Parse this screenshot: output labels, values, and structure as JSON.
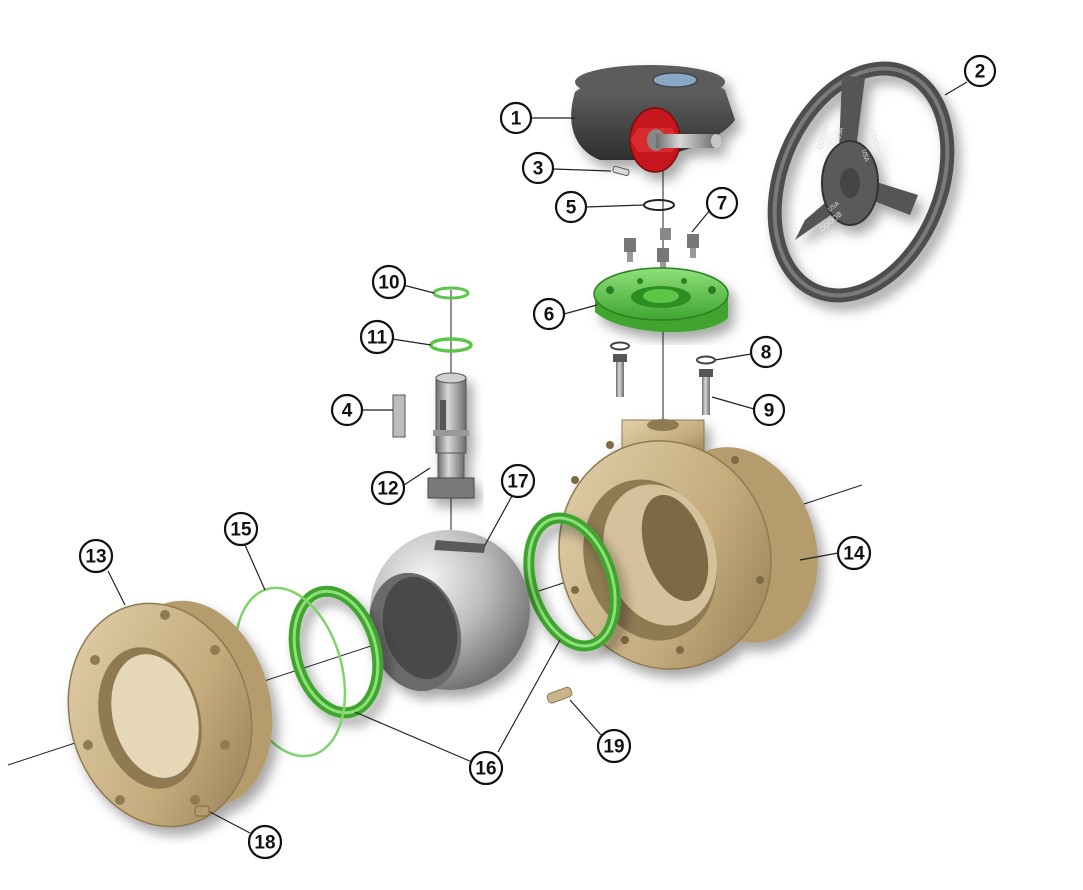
{
  "callouts": [
    {
      "id": "1",
      "label": "1",
      "part": "gear-operator"
    },
    {
      "id": "2",
      "label": "2",
      "part": "handwheel"
    },
    {
      "id": "3",
      "label": "3",
      "part": "key-pin"
    },
    {
      "id": "4",
      "label": "4",
      "part": "stem-key"
    },
    {
      "id": "5",
      "label": "5",
      "part": "o-ring"
    },
    {
      "id": "6",
      "label": "6",
      "part": "mounting-bracket"
    },
    {
      "id": "7",
      "label": "7",
      "part": "socket-cap-screws"
    },
    {
      "id": "8",
      "label": "8",
      "part": "lock-washer"
    },
    {
      "id": "9",
      "label": "9",
      "part": "hex-bolts"
    },
    {
      "id": "10",
      "label": "10",
      "part": "upper-stem-o-ring"
    },
    {
      "id": "11",
      "label": "11",
      "part": "lower-stem-o-ring"
    },
    {
      "id": "12",
      "label": "12",
      "part": "stem"
    },
    {
      "id": "13",
      "label": "13",
      "part": "end-cap-flange"
    },
    {
      "id": "14",
      "label": "14",
      "part": "valve-body"
    },
    {
      "id": "15",
      "label": "15",
      "part": "body-gasket"
    },
    {
      "id": "16",
      "label": "16",
      "part": "seats"
    },
    {
      "id": "17",
      "label": "17",
      "part": "ball"
    },
    {
      "id": "18",
      "label": "18",
      "part": "flange-pin"
    },
    {
      "id": "19",
      "label": "19",
      "part": "dowel-pin"
    }
  ],
  "handwheel_markings": [
    "ODOOB",
    "USA",
    "ODOOB",
    "USA",
    "ODOOB",
    "USA"
  ],
  "colors": {
    "bronze": "#c9b38a",
    "bronze_dark": "#8f7a52",
    "seat_green": "#5cc64a",
    "gear_gray": "#4a4a4a",
    "red_flange": "#c4161c",
    "ball_silver": "#b5b5b5"
  }
}
